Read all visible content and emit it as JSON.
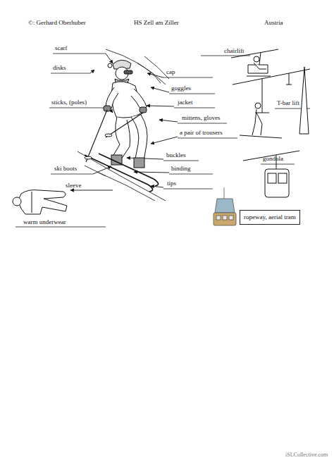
{
  "diagram": {
    "nodes": [
      {
        "text": [
          "ropeway, aerial tram"
        ]
      }
    ],
    "labels": [
      "©: Gerhard Oberhuber",
      "HS Zell am Ziller",
      "Austria",
      "scarf",
      "chairlift",
      "disks",
      "cap",
      "goggles",
      "sticks, (poles)",
      "jacket",
      "T-bar lift",
      "mittens, gloves",
      "a pair of trousers",
      "buckles",
      "binding",
      "gondola",
      "ski boots",
      "tips",
      "sleeve",
      "warm underwear",
      "iSLCollective.com"
    ]
  }
}
